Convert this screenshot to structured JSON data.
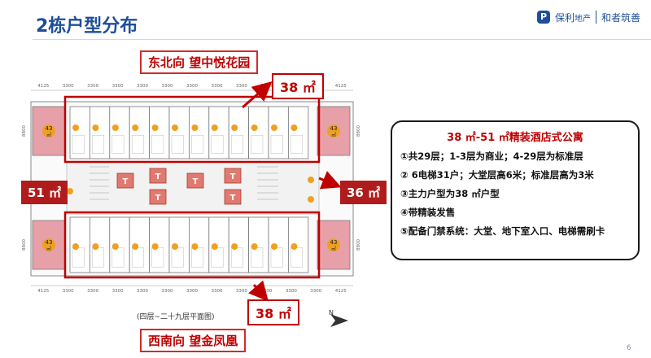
{
  "header": {
    "title": "2栋户型分布",
    "brand_name": "保利",
    "brand_sub": "地产",
    "brand_slogan": "和者筑善"
  },
  "directions": {
    "northeast": "东北向  望中悦花园",
    "southwest": "西南向  望金凤凰"
  },
  "areas": {
    "top": "38 ㎡",
    "bottom": "38 ㎡",
    "left": "51 ㎡",
    "right": "36 ㎡"
  },
  "plan": {
    "caption": "(四层~二十九层平面图)",
    "compass_label": "N",
    "corner_unit_area": "43",
    "corner_unit_unit": "㎡",
    "elevator_glyph": "T",
    "dimensions_top": [
      "4125",
      "3300",
      "3300",
      "3300",
      "3300",
      "3300",
      "3300",
      "3300",
      "3300",
      "3300",
      "3300",
      "3300",
      "4125"
    ],
    "dimensions_bottom": [
      "4125",
      "3300",
      "3300",
      "3300",
      "3300",
      "3300",
      "3300",
      "3300",
      "3300",
      "3300",
      "3300",
      "3300",
      "4125"
    ],
    "dimensions_left": [
      "8800",
      "8800"
    ],
    "dimensions_right": [
      "8800",
      "8800"
    ]
  },
  "info": {
    "title": "38 ㎡-51 ㎡精装酒店式公寓",
    "items": [
      "①共29层；1-3层为商业；4-29层为标准层",
      "② 6电梯31户；大堂层高6米；标准层高为3米",
      "③主力户型为38 ㎡户型",
      "④带精装发售",
      "⑤配备门禁系统：大堂、地下室入口、电梯需刷卡"
    ]
  },
  "page_number": "6",
  "colors": {
    "accent_blue": "#1f4e9a",
    "highlight_red": "#c00000",
    "callout_red": "#b01c1c",
    "unit_dot": "#f0a020",
    "corner_unit_fill": "#e8a0a8"
  }
}
